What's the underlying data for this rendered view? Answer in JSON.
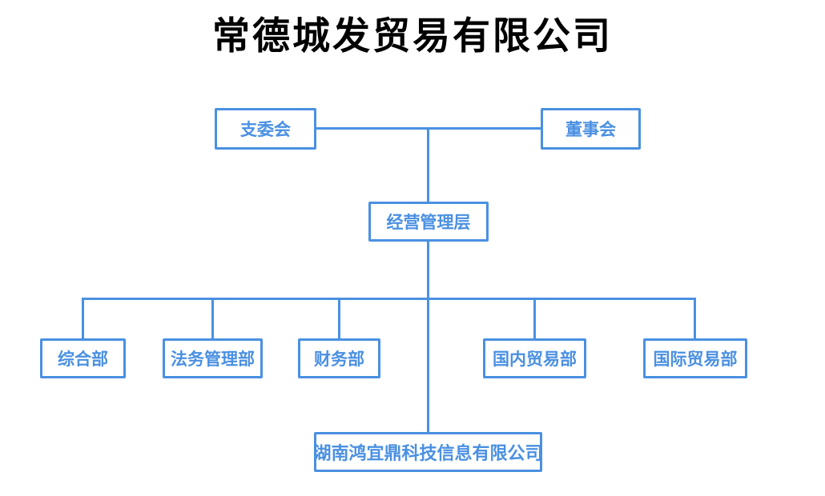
{
  "title": "常德城发贸易有限公司",
  "colors": {
    "accent": "#4A90E2",
    "node_fill": "#FFFFFF",
    "title_color": "#000000"
  },
  "nodes": {
    "branch_committee": {
      "label": "支委会"
    },
    "board_of_directors": {
      "label": "董事会"
    },
    "management": {
      "label": "经营管理层"
    },
    "dept_general": {
      "label": "综合部"
    },
    "dept_legal": {
      "label": "法务管理部"
    },
    "dept_finance": {
      "label": "财务部"
    },
    "dept_domestic_trade": {
      "label": "国内贸易部"
    },
    "dept_international_trade": {
      "label": "国际贸易部"
    },
    "subsidiary": {
      "label": "湖南鸿宜鼎科技信息有限公司"
    }
  }
}
